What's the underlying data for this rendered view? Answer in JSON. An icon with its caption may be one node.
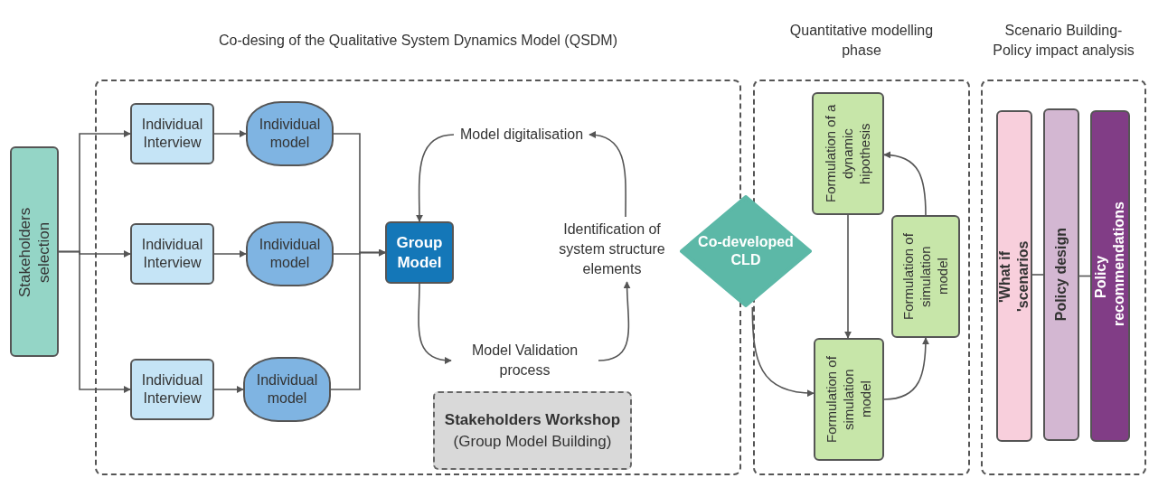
{
  "diagram": {
    "nodes": [
      {
        "text": [
          "Co-desing of the Qualitative System Dynamics Model (QSDM)"
        ]
      },
      {
        "text": [
          "Quantitative modelling phase"
        ]
      },
      {
        "text": [
          "Scenario Building- Policy impact analysis"
        ]
      },
      {
        "text": [
          "Stakeholders selection"
        ]
      },
      {
        "text": [
          "Individual Interview"
        ],
        "in": 0
      },
      {
        "text": [
          "Individual model"
        ],
        "in": 0
      },
      {
        "text": [
          "Individual Interview"
        ],
        "in": 0
      },
      {
        "text": [
          "Individual model"
        ],
        "in": 0
      },
      {
        "text": [
          "Individual Interview"
        ],
        "in": 0
      },
      {
        "text": [
          "Individual model"
        ],
        "in": 0
      },
      {
        "text": [
          "Group Model"
        ],
        "in": 0
      },
      {
        "text": [
          "Model digitalisation"
        ],
        "in": 0
      },
      {
        "text": [
          "Identification of system structure elements"
        ],
        "in": 0
      },
      {
        "text": [
          "Model Validation process"
        ],
        "in": 0
      },
      {
        "text": [
          "Stakeholders Workshop",
          "(Group Model Building)"
        ],
        "in": 0
      },
      {
        "text": [
          "Co-developed CLD"
        ]
      },
      {
        "text": [
          "Formulation of a dynamic hipothesis"
        ],
        "in": 1
      },
      {
        "text": [
          "Formulation of simulation model"
        ],
        "in": 1
      },
      {
        "text": [
          "Formulation of simulation model"
        ],
        "in": 1
      },
      {
        "text": [
          "'What if 'scenarios"
        ],
        "in": 2
      },
      {
        "text": [
          "Policy design"
        ],
        "in": 2
      },
      {
        "text": [
          "Policy recommendations"
        ],
        "in": 2
      }
    ],
    "edges": [
      {
        "from": 3,
        "to": 4,
        "arrow": "to"
      },
      {
        "from": 3,
        "to": 6,
        "arrow": "to"
      },
      {
        "from": 3,
        "to": 8,
        "arrow": "to"
      },
      {
        "from": 4,
        "to": 5,
        "arrow": "to"
      },
      {
        "from": 6,
        "to": 7,
        "arrow": "to"
      },
      {
        "from": 8,
        "to": 9,
        "arrow": "to"
      },
      {
        "from": 5,
        "to": 10,
        "arrow": "to"
      },
      {
        "from": 7,
        "to": 10,
        "arrow": "to"
      },
      {
        "from": 9,
        "to": 10,
        "arrow": "to"
      },
      {
        "from": 11,
        "to": 10,
        "arrow": "to"
      },
      {
        "from": 10,
        "to": 13,
        "arrow": "to"
      },
      {
        "from": 13,
        "to": 12,
        "arrow": "to"
      },
      {
        "from": 12,
        "to": 11,
        "arrow": "to"
      },
      {
        "from": 15,
        "to": 18,
        "arrow": "to"
      },
      {
        "from": 16,
        "to": 18,
        "arrow": "to"
      },
      {
        "from": 18,
        "to": 17,
        "arrow": "to"
      },
      {
        "from": 17,
        "to": 16,
        "arrow": "to"
      },
      {
        "from": 19,
        "to": 20,
        "arrow": "none"
      },
      {
        "from": 20,
        "to": 21,
        "arrow": "none"
      }
    ]
  }
}
